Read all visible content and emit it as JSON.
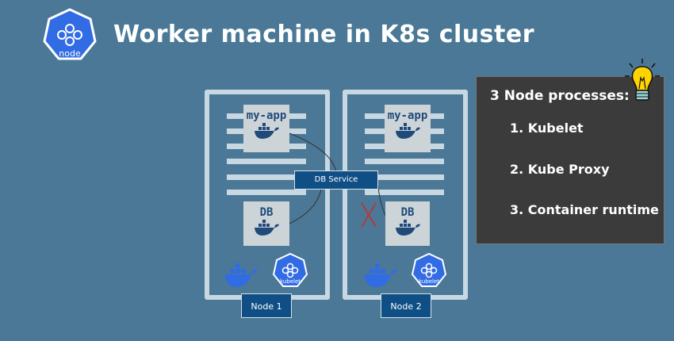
{
  "title": "Worker machine in K8s cluster",
  "logo": {
    "label": "node",
    "icon": "kubernetes-node-icon"
  },
  "db_service": {
    "label": "DB Service"
  },
  "nodes": [
    {
      "label": "Node 1",
      "pods": [
        "my-app",
        "DB"
      ],
      "kubelet_label": "kubelet"
    },
    {
      "label": "Node 2",
      "pods": [
        "my-app",
        "DB"
      ],
      "kubelet_label": "kubelet"
    }
  ],
  "panel": {
    "heading": "3 Node processes:",
    "items": [
      "1. Kubelet",
      "2. Kube Proxy",
      "3. Container runtime"
    ],
    "icon": "lightbulb-icon"
  },
  "colors": {
    "background": "#4a7896",
    "frame": "#c7d8e2",
    "label_bg": "#0f4f86",
    "panel_bg": "#3b3b3b",
    "k8s_blue": "#326ce5",
    "cross_red": "#cc2b2b"
  }
}
